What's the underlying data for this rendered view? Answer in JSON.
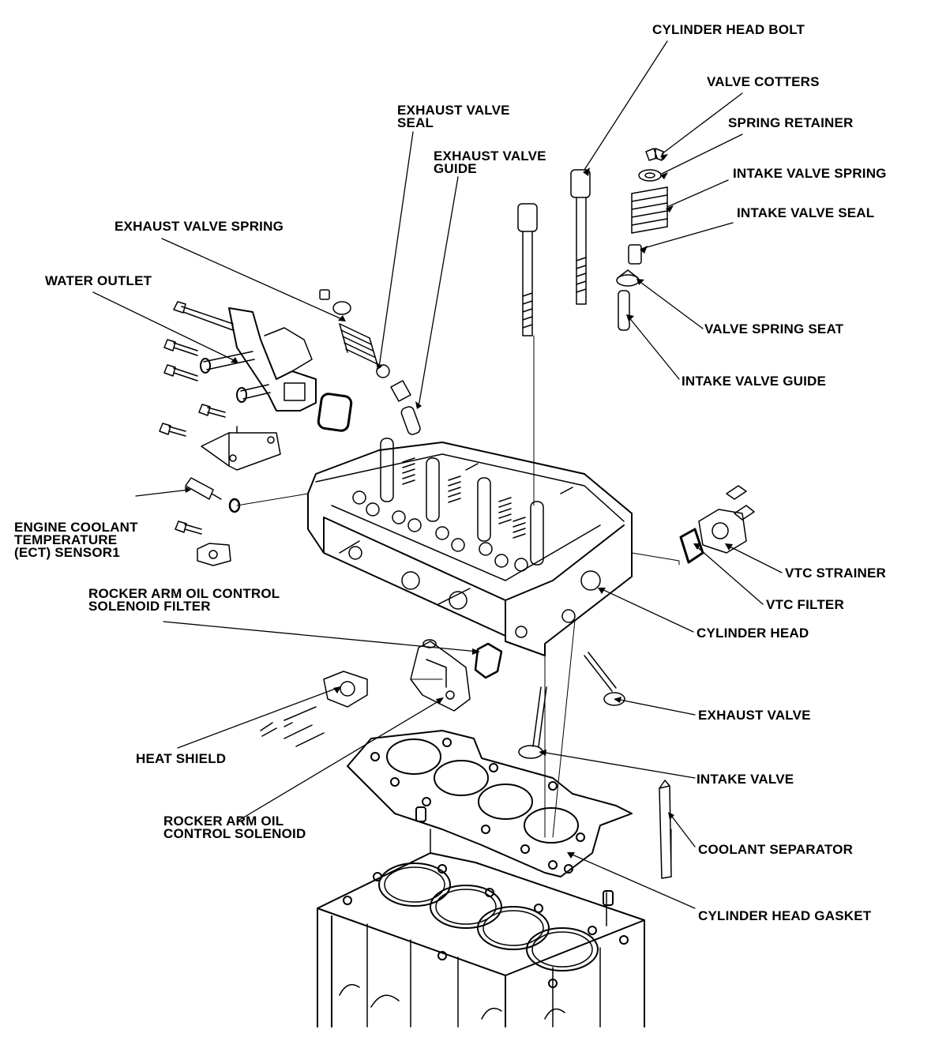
{
  "labels": {
    "cylinder_head_bolt": "CYLINDER HEAD BOLT",
    "valve_cotters": "VALVE COTTERS",
    "spring_retainer": "SPRING RETAINER",
    "intake_valve_spring": "INTAKE VALVE SPRING",
    "intake_valve_seal": "INTAKE VALVE SEAL",
    "valve_spring_seat": "VALVE SPRING SEAT",
    "intake_valve_guide": "INTAKE VALVE GUIDE",
    "exhaust_valve_seal_1": "EXHAUST VALVE",
    "exhaust_valve_seal_2": "SEAL",
    "exhaust_valve_guide_1": "EXHAUST VALVE",
    "exhaust_valve_guide_2": "GUIDE",
    "exhaust_valve_spring": "EXHAUST VALVE SPRING",
    "water_outlet": "WATER OUTLET",
    "ect_sensor_1": "ENGINE COOLANT",
    "ect_sensor_2": "TEMPERATURE",
    "ect_sensor_3": "(ECT) SENSOR1",
    "vtc_strainer": "VTC STRAINER",
    "vtc_filter": "VTC FILTER",
    "cylinder_head": "CYLINDER HEAD",
    "rocker_filter_1": "ROCKER ARM OIL CONTROL",
    "rocker_filter_2": "SOLENOID FILTER",
    "exhaust_valve": "EXHAUST VALVE",
    "heat_shield": "HEAT SHIELD",
    "intake_valve": "INTAKE VALVE",
    "rocker_solenoid_1": "ROCKER ARM OIL",
    "rocker_solenoid_2": "CONTROL SOLENOID",
    "coolant_separator": "COOLANT SEPARATOR",
    "cylinder_head_gasket": "CYLINDER HEAD GASKET"
  }
}
